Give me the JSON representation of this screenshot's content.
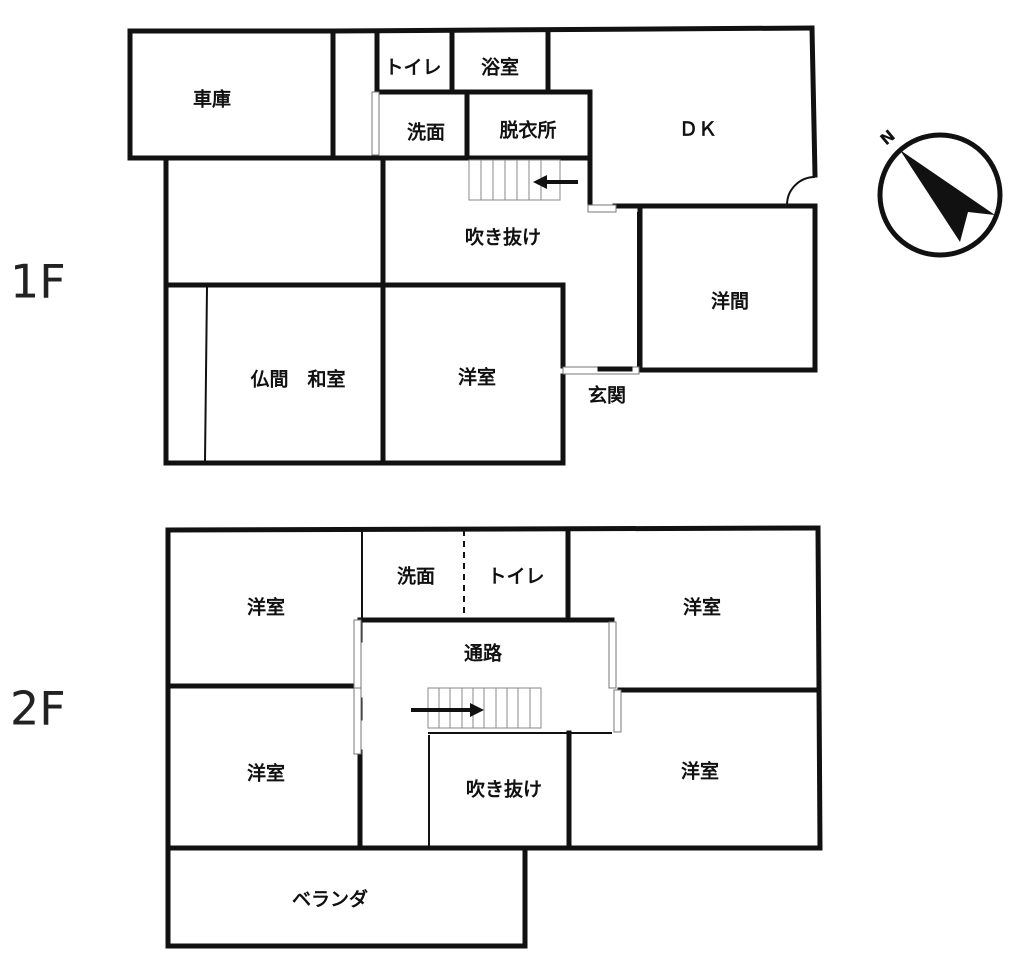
{
  "floors": {
    "first": {
      "label": "1F",
      "rooms": {
        "garage": "車庫",
        "toilet": "トイレ",
        "bath": "浴室",
        "wash": "洗面",
        "dressing": "脱衣所",
        "dk": "ＤＫ",
        "void": "吹き抜け",
        "western_hall": "洋間",
        "butsuma_washitsu": "仏間　和室",
        "western": "洋室",
        "entrance": "玄関"
      }
    },
    "second": {
      "label": "2F",
      "rooms": {
        "western_nw": "洋室",
        "wash": "洗面",
        "toilet": "トイレ",
        "western_ne": "洋室",
        "corridor": "通路",
        "western_sw": "洋室",
        "void": "吹き抜け",
        "western_se": "洋室",
        "veranda": "ベランダ"
      }
    }
  },
  "compass": {
    "label": "N"
  }
}
